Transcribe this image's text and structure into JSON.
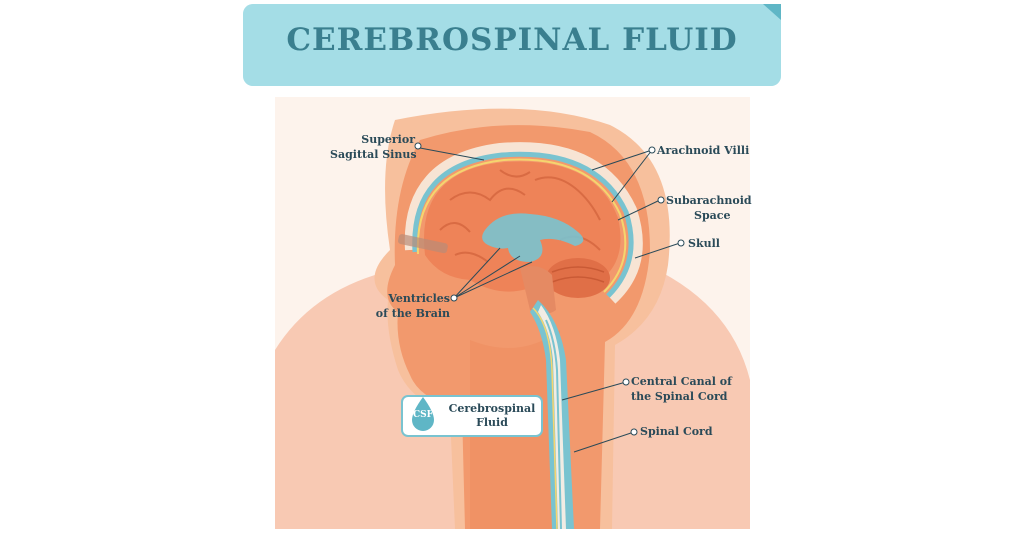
{
  "title": "CEREBROSPINAL FLUID",
  "labels": {
    "superior_sagittal_sinus": [
      "Superior",
      "Sagittal Sinus"
    ],
    "arachnoid_villi": "Arachnoid Villi",
    "subarachnoid_space": [
      "Subarachnoid",
      "Space"
    ],
    "skull": "Skull",
    "ventricles": [
      "Ventricles",
      "of the Brain"
    ],
    "central_canal": [
      "Central Canal of",
      "the Spinal Cord"
    ],
    "spinal_cord": "Spinal Cord",
    "csf_box": [
      "Cerebrospinal",
      "Fluid"
    ],
    "csf_drop": "CSF"
  },
  "colors": {
    "title_banner": "#8fd3df",
    "title_text": "#3a7f8f",
    "skin_light": "#f7c9a4",
    "skin_mid": "#f29d6f",
    "brain": "#ee8358",
    "csf": "#79c3d0",
    "label_text": "#2a4a58"
  }
}
